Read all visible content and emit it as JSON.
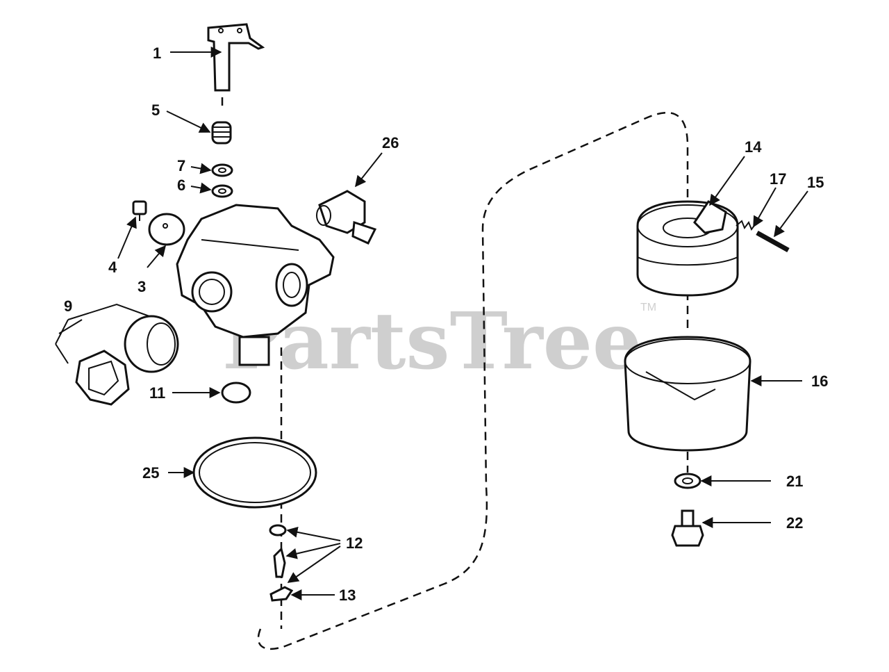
{
  "watermark": {
    "text": "PartsTree",
    "trademark": "TM"
  },
  "callouts": [
    {
      "id": "1",
      "label": "1"
    },
    {
      "id": "5",
      "label": "5"
    },
    {
      "id": "26",
      "label": "26"
    },
    {
      "id": "7",
      "label": "7"
    },
    {
      "id": "6",
      "label": "6"
    },
    {
      "id": "4",
      "label": "4"
    },
    {
      "id": "3",
      "label": "3"
    },
    {
      "id": "9",
      "label": "9"
    },
    {
      "id": "11",
      "label": "11"
    },
    {
      "id": "25",
      "label": "25"
    },
    {
      "id": "12",
      "label": "12"
    },
    {
      "id": "13",
      "label": "13"
    },
    {
      "id": "14",
      "label": "14"
    },
    {
      "id": "17",
      "label": "17"
    },
    {
      "id": "15",
      "label": "15"
    },
    {
      "id": "16",
      "label": "16"
    },
    {
      "id": "21",
      "label": "21"
    },
    {
      "id": "22",
      "label": "22"
    }
  ]
}
